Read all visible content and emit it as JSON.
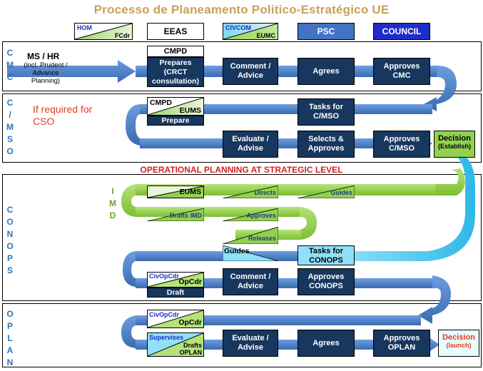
{
  "title": "Processo de Planeamento Politico-Estratégico UE",
  "headers": {
    "hom": "HOM",
    "fcdr": "FCdr",
    "eeas": "EEAS",
    "civcom": "CIVCOM",
    "eumc": "EUMC",
    "psc": "PSC",
    "council": "COUNCIL"
  },
  "row_labels": {
    "cmc": [
      "C",
      "M",
      "C"
    ],
    "cmso": [
      "C",
      "/",
      "M",
      "S",
      "O"
    ],
    "conops": [
      "C",
      "O",
      "N",
      "O",
      "P",
      "S"
    ],
    "oplan": [
      "O",
      "P",
      "L",
      "A",
      "N"
    ],
    "imd": [
      "I",
      "M",
      "D"
    ]
  },
  "cmc": {
    "ms_hr": "MS / HR",
    "ms_hr_note": "(incl. Prudent / Advance Planning)",
    "cmpd": "CMPD",
    "prepares": "Prepares (CRCT consultation)",
    "comment": "Comment / Advice",
    "agrees": "Agrees",
    "approves": "Approves CMC"
  },
  "cmso": {
    "if_required": "If required for CSO",
    "cmpd": "CMPD",
    "eums": "EUMS",
    "prepare": "Prepare",
    "tasks": "Tasks for C/MSO",
    "evaluate": "Evaluate / Advise",
    "selects": "Selects & Approves",
    "approves": "Approves C/MSO",
    "decision": "Decision",
    "decision_sub": "(Establish)"
  },
  "op_planning": "OPERATIONAL PLANNING AT STRATEGIC LEVEL",
  "imd": {
    "eums": "EUMS",
    "directs": "Directs",
    "guides": "Guides",
    "drafts": "Drafts IMD",
    "approves": "Approves",
    "releases": "Releases"
  },
  "conops": {
    "guides": "Guides",
    "tasks": "Tasks for CONOPS",
    "civopcdr": "CivOpCdr",
    "opcdr": "OpCdr",
    "draft": "Draft",
    "comment": "Comment / Advice",
    "approves": "Approves CONOPS"
  },
  "oplan": {
    "civopcdr": "CivOpCdr",
    "opcdr": "OpCdr",
    "supervises": "Supervises",
    "drafts": "Drafts OPLAN",
    "evaluate": "Evaluate / Advise",
    "agrees": "Agrees",
    "approves": "Approves OPLAN",
    "decision": "Decision",
    "decision_sub": "(launch)"
  },
  "colors": {
    "title": "#c8a15a",
    "arrow_blue": "#4a7fc0",
    "arrow_green": "#92d050",
    "arrow_cyan": "#33c6f0",
    "navy": "#17375e",
    "psc": "#4472c4",
    "council": "#1f2dc8",
    "decision_red": "#e04020",
    "vlabel": "#2e75b6"
  }
}
